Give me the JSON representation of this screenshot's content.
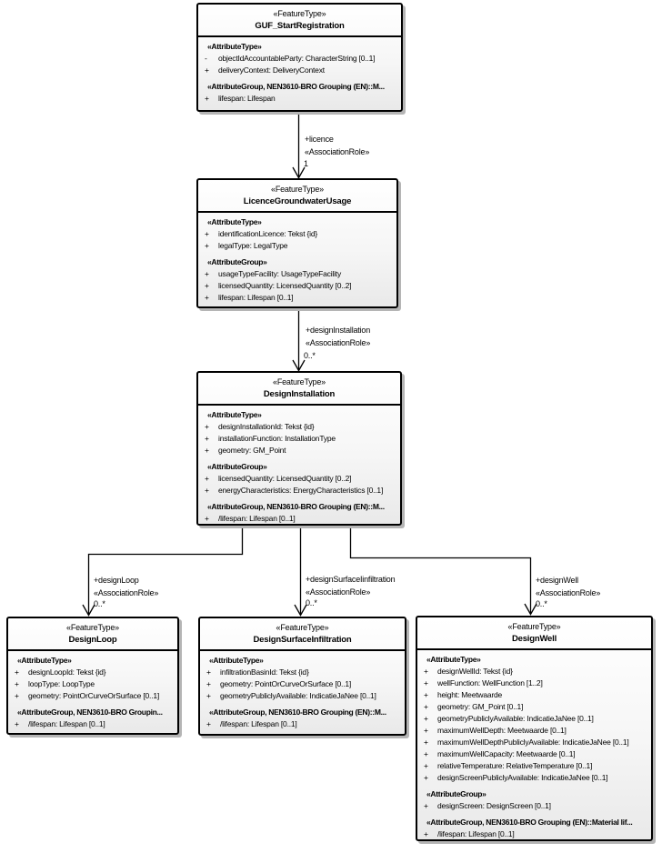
{
  "diagram": {
    "classes": [
      {
        "stereotype": "«FeatureType»",
        "name": "GUF_StartRegistration",
        "sections": [
          {
            "header": "«AttributeType»",
            "rows": [
              {
                "vis": "-",
                "text": "objectIdAccountableParty: CharacterString [0..1]"
              },
              {
                "vis": "+",
                "text": "deliveryContext: DeliveryContext"
              }
            ]
          },
          {
            "header": "«AttributeGroup, NEN3610-BRO Grouping (EN)::M...",
            "rows": [
              {
                "vis": "+",
                "text": "lifespan: Lifespan"
              }
            ]
          }
        ]
      },
      {
        "stereotype": "«FeatureType»",
        "name": "LicenceGroundwaterUsage",
        "sections": [
          {
            "header": "«AttributeType»",
            "rows": [
              {
                "vis": "+",
                "text": "identificationLicence: Tekst {id}"
              },
              {
                "vis": "+",
                "text": "legalType: LegalType"
              }
            ]
          },
          {
            "header": "«AttributeGroup»",
            "rows": [
              {
                "vis": "+",
                "text": "usageTypeFacility: UsageTypeFacility"
              },
              {
                "vis": "+",
                "text": "licensedQuantity: LicensedQuantity [0..2]"
              },
              {
                "vis": "+",
                "text": "lifespan: Lifespan [0..1]"
              }
            ]
          }
        ]
      },
      {
        "stereotype": "«FeatureType»",
        "name": "DesignInstallation",
        "sections": [
          {
            "header": "«AttributeType»",
            "rows": [
              {
                "vis": "+",
                "text": "designInstallationId: Tekst {id}"
              },
              {
                "vis": "+",
                "text": "installationFunction: InstallationType"
              },
              {
                "vis": "+",
                "text": "geometry: GM_Point"
              }
            ]
          },
          {
            "header": "«AttributeGroup»",
            "rows": [
              {
                "vis": "+",
                "text": "licensedQuantity: LicensedQuantity [0..2]"
              },
              {
                "vis": "+",
                "text": "energyCharacteristics: EnergyCharacteristics [0..1]"
              }
            ]
          },
          {
            "header": "«AttributeGroup, NEN3610-BRO Grouping (EN)::M...",
            "rows": [
              {
                "vis": "+",
                "text": "/lifespan: Lifespan [0..1]"
              }
            ]
          }
        ]
      },
      {
        "stereotype": "«FeatureType»",
        "name": "DesignLoop",
        "sections": [
          {
            "header": "«AttributeType»",
            "rows": [
              {
                "vis": "+",
                "text": "designLoopId: Tekst {id}"
              },
              {
                "vis": "+",
                "text": "loopType: LoopType"
              },
              {
                "vis": "+",
                "text": "geometry: PointOrCurveOrSurface [0..1]"
              }
            ]
          },
          {
            "header": "«AttributeGroup, NEN3610-BRO Groupin...",
            "rows": [
              {
                "vis": "+",
                "text": "/lifespan: Lifespan [0..1]"
              }
            ]
          }
        ]
      },
      {
        "stereotype": "«FeatureType»",
        "name": "DesignSurfaceInfiltration",
        "sections": [
          {
            "header": "«AttributeType»",
            "rows": [
              {
                "vis": "+",
                "text": "infiltrationBasinId: Tekst {id}"
              },
              {
                "vis": "+",
                "text": "geometry: PointOrCurveOrSurface [0..1]"
              },
              {
                "vis": "+",
                "text": "geometryPubliclyAvailable: IndicatieJaNee [0..1]"
              }
            ]
          },
          {
            "header": "«AttributeGroup, NEN3610-BRO Grouping (EN)::M...",
            "rows": [
              {
                "vis": "+",
                "text": "/lifespan: Lifespan [0..1]"
              }
            ]
          }
        ]
      },
      {
        "stereotype": "«FeatureType»",
        "name": "DesignWell",
        "sections": [
          {
            "header": "«AttributeType»",
            "rows": [
              {
                "vis": "+",
                "text": "designWellId: Tekst {id}"
              },
              {
                "vis": "+",
                "text": "wellFunction: WellFunction [1..2]"
              },
              {
                "vis": "+",
                "text": "height: Meetwaarde"
              },
              {
                "vis": "+",
                "text": "geometry: GM_Point [0..1]"
              },
              {
                "vis": "+",
                "text": "geometryPubliclyAvailable: IndicatieJaNee [0..1]"
              },
              {
                "vis": "+",
                "text": "maximumWellDepth: Meetwaarde [0..1]"
              },
              {
                "vis": "+",
                "text": "maximumWellDepthPubliclyAvailable: IndicatieJaNee [0..1]"
              },
              {
                "vis": "+",
                "text": "maximumWellCapacity: Meetwaarde [0..1]"
              },
              {
                "vis": "+",
                "text": "relativeTemperature: RelativeTemperature [0..1]"
              },
              {
                "vis": "+",
                "text": "designScreenPubliclyAvailable: IndicatieJaNee [0..1]"
              }
            ]
          },
          {
            "header": "«AttributeGroup»",
            "rows": [
              {
                "vis": "+",
                "text": "designScreen: DesignScreen [0..1]"
              }
            ]
          },
          {
            "header": "«AttributeGroup, NEN3610-BRO Grouping (EN)::Material lif...",
            "rows": [
              {
                "vis": "+",
                "text": "/lifespan: Lifespan [0..1]"
              }
            ]
          }
        ]
      }
    ],
    "connectors": [
      {
        "role": "+licence",
        "stereotype": "«AssociationRole»",
        "multiplicity": "1"
      },
      {
        "role": "+designInstallation",
        "stereotype": "«AssociationRole»",
        "multiplicity": "0..*"
      },
      {
        "role": "+designLoop",
        "stereotype": "«AssociationRole»",
        "multiplicity": "0..*"
      },
      {
        "role": "+designSurfaceIinfiltration",
        "stereotype": "«AssociationRole»",
        "multiplicity": "0..*"
      },
      {
        "role": "+designWell",
        "stereotype": "«AssociationRole»",
        "multiplicity": "0..*"
      }
    ],
    "line_color": "#000000",
    "shadow_color": "#b5b5b5"
  }
}
